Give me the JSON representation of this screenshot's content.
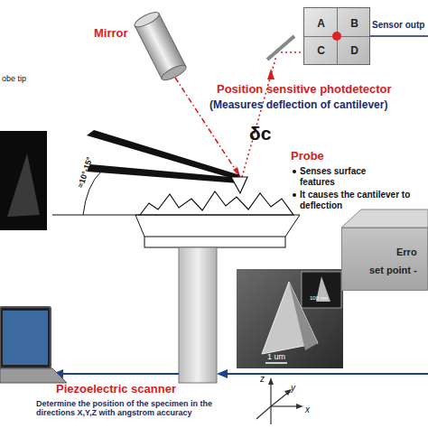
{
  "diagram": {
    "nodes": [
      {
        "text": [
          "A",
          "B",
          "C",
          "D"
        ]
      },
      {
        "text": [
          "Erro",
          "set point -"
        ]
      }
    ],
    "labels": [
      "Mirror",
      "Sensor outp",
      "obe tip",
      "Position sensitive photdetector",
      "(Measures deflection of cantilever)",
      "δc",
      "Probe",
      "Senses surface features",
      "It causes the cantilever to deflection",
      "≈10°-15°",
      "100 nm",
      "1 um",
      "Piezoelectric scanner",
      "Determine the position of the specimen in the directions X,Y,Z with angstrom accuracy",
      "z",
      "y",
      "x"
    ]
  }
}
